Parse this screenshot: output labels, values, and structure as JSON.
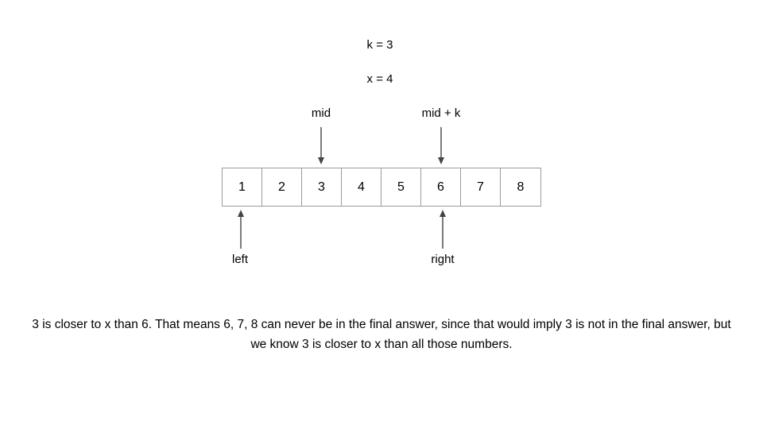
{
  "page": {
    "background_color": "#ffffff",
    "text_color": "#000000",
    "border_color": "#9a9a9a",
    "arrow_color": "#444444"
  },
  "variables": [
    {
      "name": "k-value",
      "text": "k = 3"
    },
    {
      "name": "x-value",
      "text": "x = 4"
    }
  ],
  "pointers": {
    "mid": {
      "label": "mid",
      "target_index": 2,
      "direction": "down"
    },
    "mid_plus_k": {
      "label": "mid + k",
      "target_index": 5,
      "direction": "down"
    },
    "left": {
      "label": "left",
      "target_index": 0,
      "direction": "up"
    },
    "right": {
      "label": "right",
      "target_index": 5,
      "direction": "up"
    }
  },
  "array": {
    "name": "sorted-array",
    "cells": [
      "1",
      "2",
      "3",
      "4",
      "5",
      "6",
      "7",
      "8"
    ]
  },
  "caption": {
    "text": "3 is closer to x than 6. That means 6, 7, 8 can never be in the final answer, since that would imply 3 is not in the final answer, but we know 3 is closer to x than all those numbers."
  }
}
